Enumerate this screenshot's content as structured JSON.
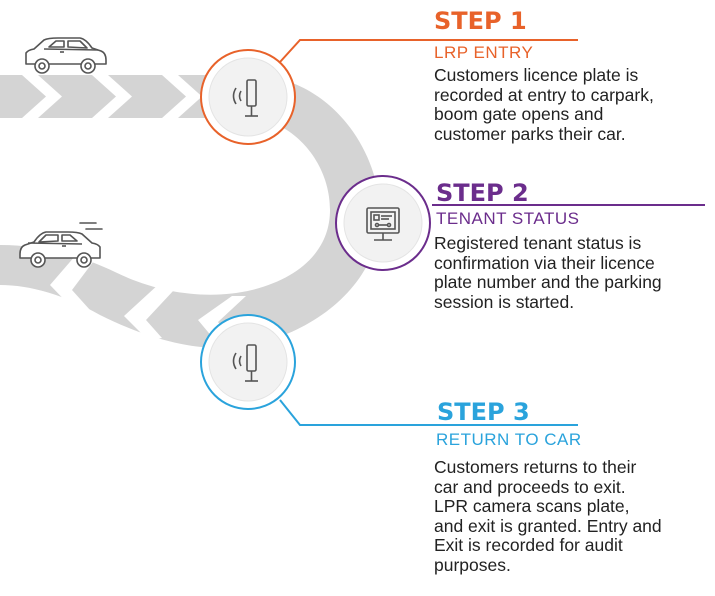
{
  "colors": {
    "step1": "#e8622a",
    "step2": "#6b2d8c",
    "step3": "#2aa3dc",
    "road": "#d4d4d4",
    "node_fill": "#f2f2f2",
    "icon_stroke": "#555555"
  },
  "icons": {
    "car_top": "car-outline-icon",
    "car_bottom": "car-moving-icon",
    "step1": "lpr-camera-icon",
    "step2": "monitor-icon",
    "step3": "lpr-camera-icon"
  },
  "steps": [
    {
      "title": "STEP 1",
      "subtitle": "LRP ENTRY",
      "description": [
        "Customers licence plate is",
        "recorded at entry to carpark,",
        "boom gate opens and",
        "customer parks their car."
      ]
    },
    {
      "title": "STEP 2",
      "subtitle": "TENANT STATUS",
      "description": [
        "Registered tenant status is",
        "confirmation via their licence",
        "plate number and the parking",
        "session is started."
      ]
    },
    {
      "title": "STEP 3",
      "subtitle": "RETURN TO CAR",
      "description": [
        "Customers returns to their",
        "car and proceeds to exit.",
        "LPR camera scans plate,",
        "and exit is granted. Entry and",
        "Exit is recorded for audit",
        "purposes."
      ]
    }
  ]
}
